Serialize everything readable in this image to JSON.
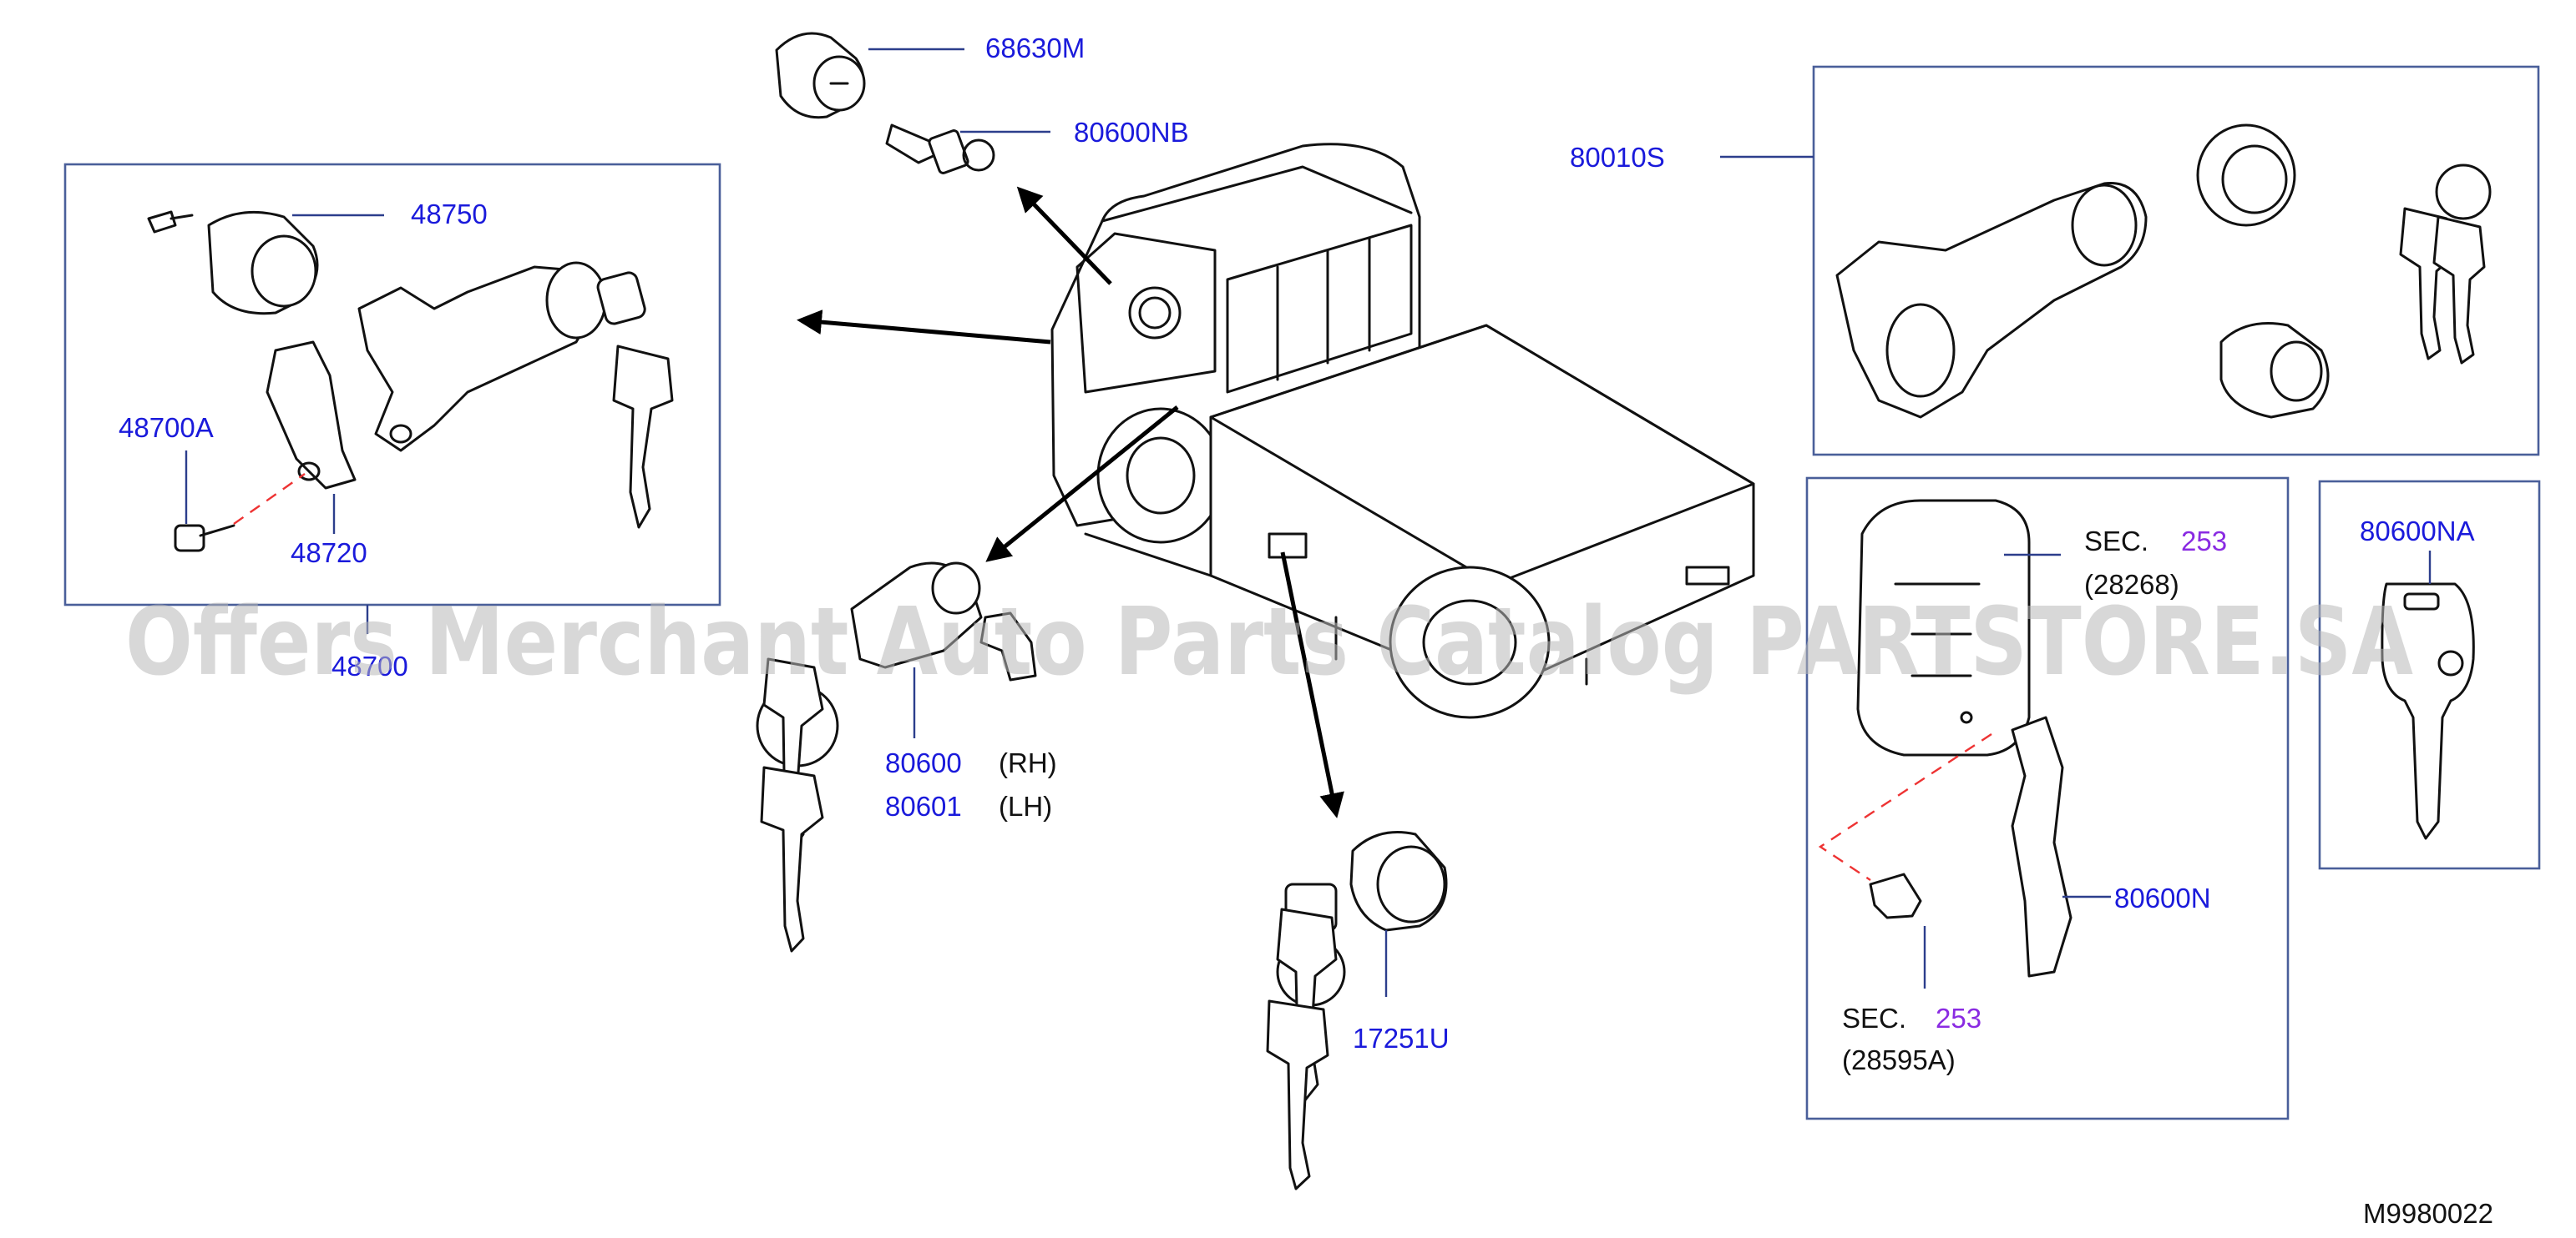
{
  "diagram": {
    "labels": {
      "p68630M": "68630M",
      "p80600NB": "80600NB",
      "p80010S": "80010S",
      "p48750": "48750",
      "p48700A": "48700A",
      "p48720": "48720",
      "p48700": "48700",
      "p80600": "80600",
      "rh": "(RH)",
      "p80601": "80601",
      "lh": "(LH)",
      "p17251U": "17251U",
      "sec1": "SEC.",
      "sec1num": "253",
      "sec1ref": "(28268)",
      "p80600NA": "80600NA",
      "p80600N": "80600N",
      "sec2": "SEC.",
      "sec2num": "253",
      "sec2ref": "(28595A)",
      "code": "M9980022"
    },
    "watermark": "Offers Merchant Auto Parts Catalog PARTSTORE.SA",
    "colors": {
      "part_number": "#1a1adb",
      "section_ref": "#8a2be2",
      "callout_box": "#4a5f9a",
      "dashed_guide": "#e33333"
    }
  }
}
